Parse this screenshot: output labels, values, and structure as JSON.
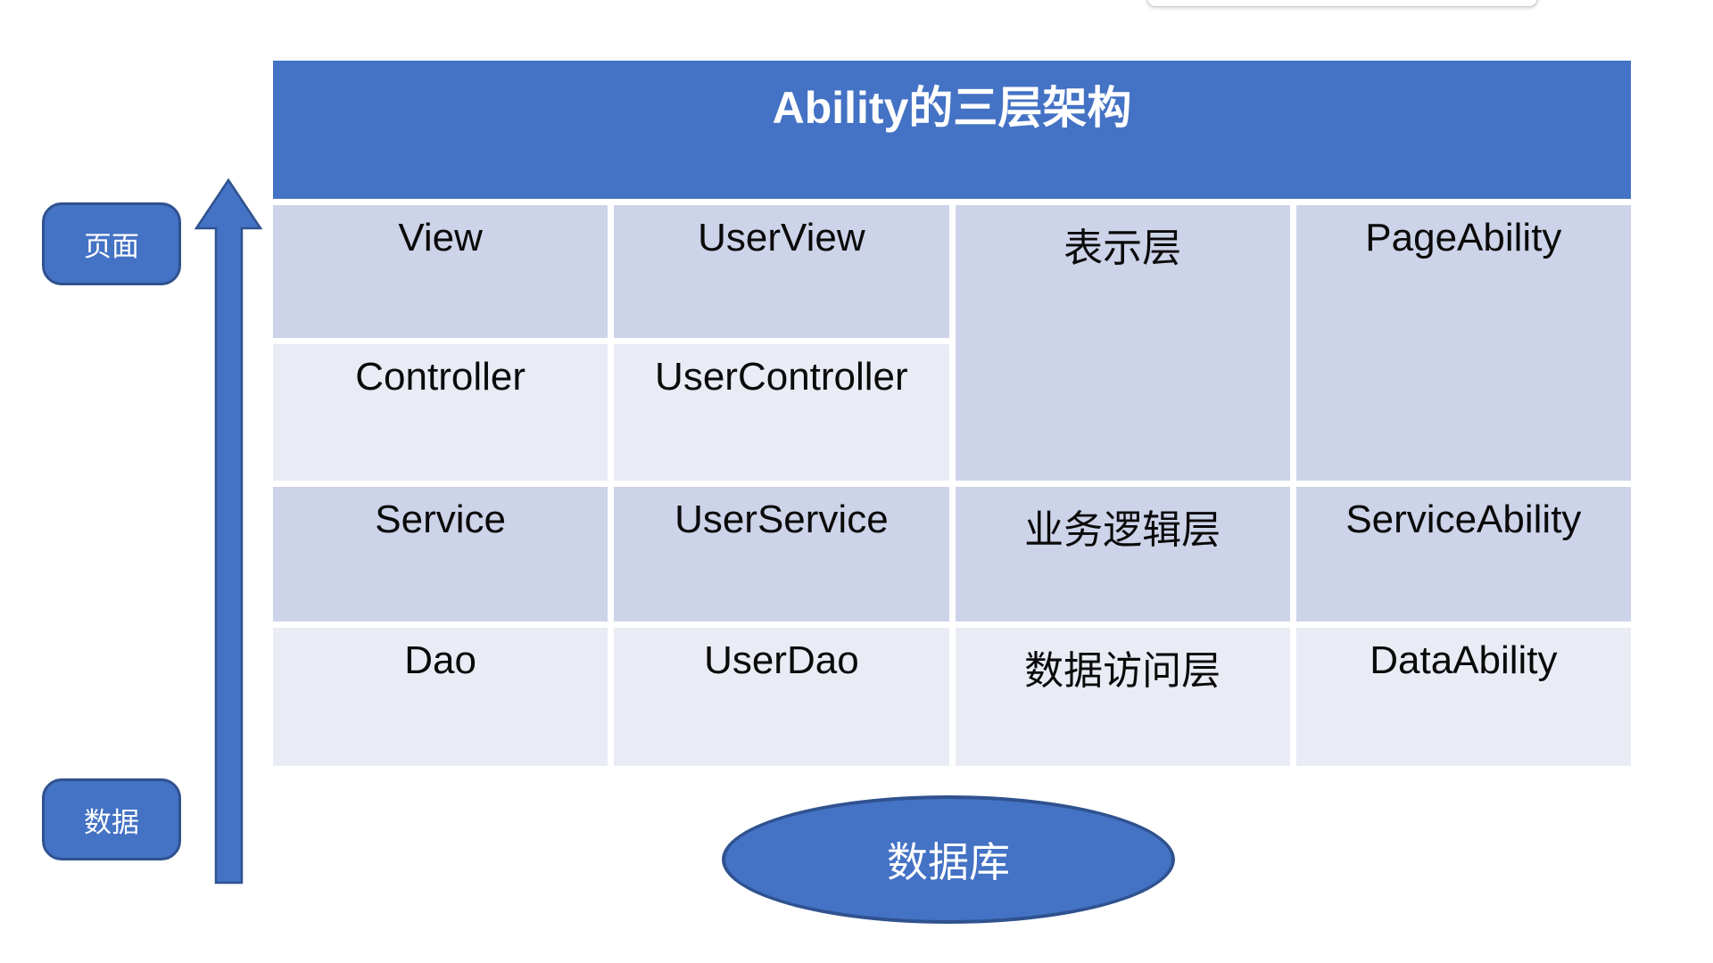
{
  "slide": {
    "table": {
      "title": "Ability的三层架构",
      "cells": {
        "r1c1": "View",
        "r1c2": "UserView",
        "r1c3": "表示层",
        "r1c4": "PageAbility",
        "r2c1": "Controller",
        "r2c2": "UserController",
        "r3c1": "Service",
        "r3c2": "UserService",
        "r3c3": "业务逻辑层",
        "r3c4": "ServiceAbility",
        "r4c1": "Dao",
        "r4c2": "UserDao",
        "r4c3": "数据访问层",
        "r4c4": "DataAbility"
      }
    },
    "flow_labels": {
      "top": "页面",
      "bottom": "数据"
    },
    "database": {
      "label": "数据库"
    },
    "colors": {
      "header_blue": "#4472C4",
      "shape_fill": "#4472C4",
      "shape_border": "#2F528F",
      "band_dark": "#CDD3E8",
      "band_light": "#E9EBF5",
      "title_text": "#FFFFFF",
      "cell_text": "#0A0A0A"
    }
  }
}
